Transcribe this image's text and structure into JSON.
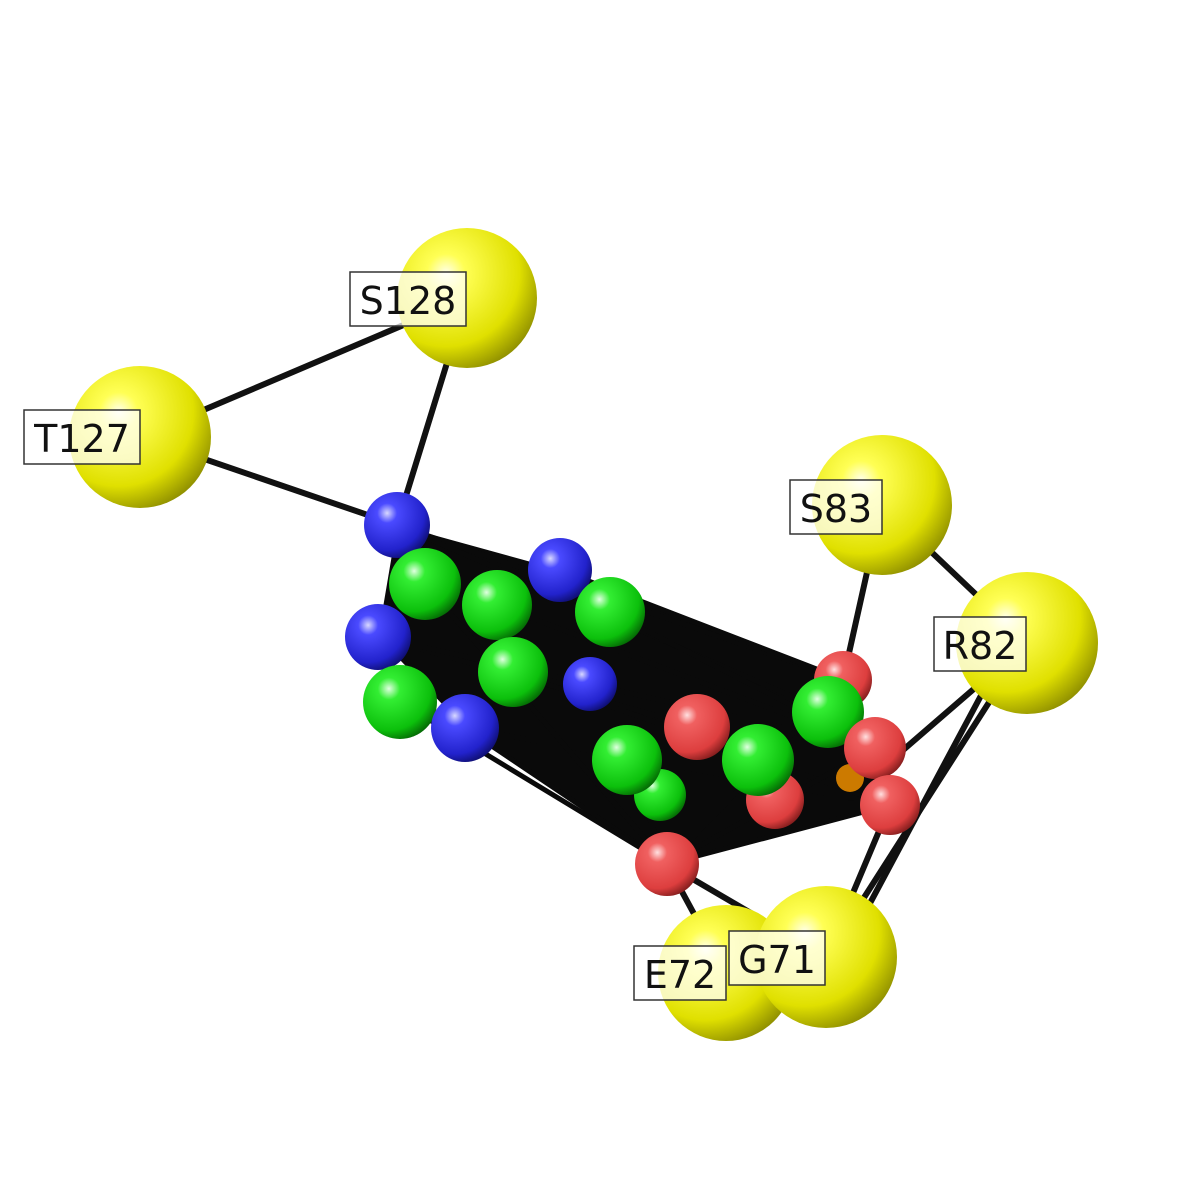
{
  "residue_labels": {
    "s128": "S128",
    "t127": "T127",
    "s83": "S83",
    "r82": "R82",
    "e72": "E72",
    "g71": "G71"
  },
  "atom_colors": {
    "residue": "#e6e600",
    "nitrogen": "#2a2ae0",
    "carbon": "#11d411",
    "oxygen": "#e84545",
    "bond": "#111111"
  }
}
